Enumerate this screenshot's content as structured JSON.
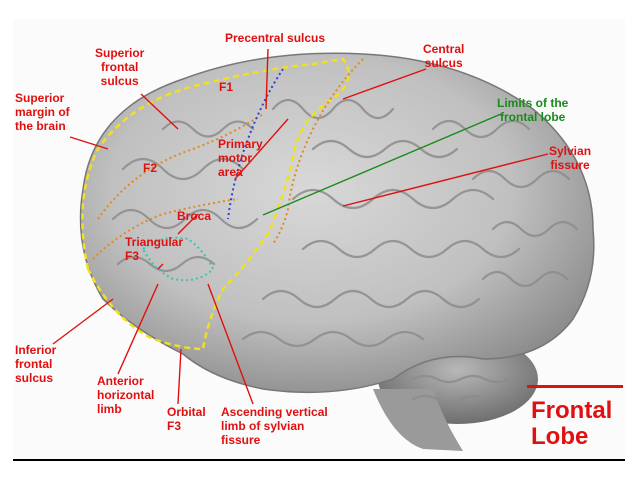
{
  "labels": {
    "precentral_sulcus": "Precentral sulcus",
    "superior_frontal_sulcus": "Superior\nfrontal\nsulcus",
    "f1": "F1",
    "central_sulcus": "Central\nsulcus",
    "superior_margin": "Superior\nmargin of\nthe brain",
    "limits_frontal_lobe": "Limits of the\nfrontal lobe",
    "primary_motor_area": "Primary\nmotor\narea",
    "sylvian_fissure": "Sylvian\nfissure",
    "f2": "F2",
    "broca": "Broca",
    "triangular_f3": "Triangular\nF3",
    "inferior_frontal_sulcus": "Inferior\nfrontal\nsulcus",
    "anterior_horizontal_limb": "Anterior\nhorizontal\nlimb",
    "orbital_f3": "Orbital\nF3",
    "ascending_vertical_limb": "Ascending vertical\nlimb of sylvian\nfissure"
  },
  "title": "Frontal\nLobe",
  "colors": {
    "label_red": "#e01010",
    "label_green": "#1a8a1a",
    "boundary_yellow": "#f0e020",
    "sulcus_orange": "#e08a20",
    "motor_blue": "#3040d0",
    "broca_teal": "#40c0b0"
  }
}
